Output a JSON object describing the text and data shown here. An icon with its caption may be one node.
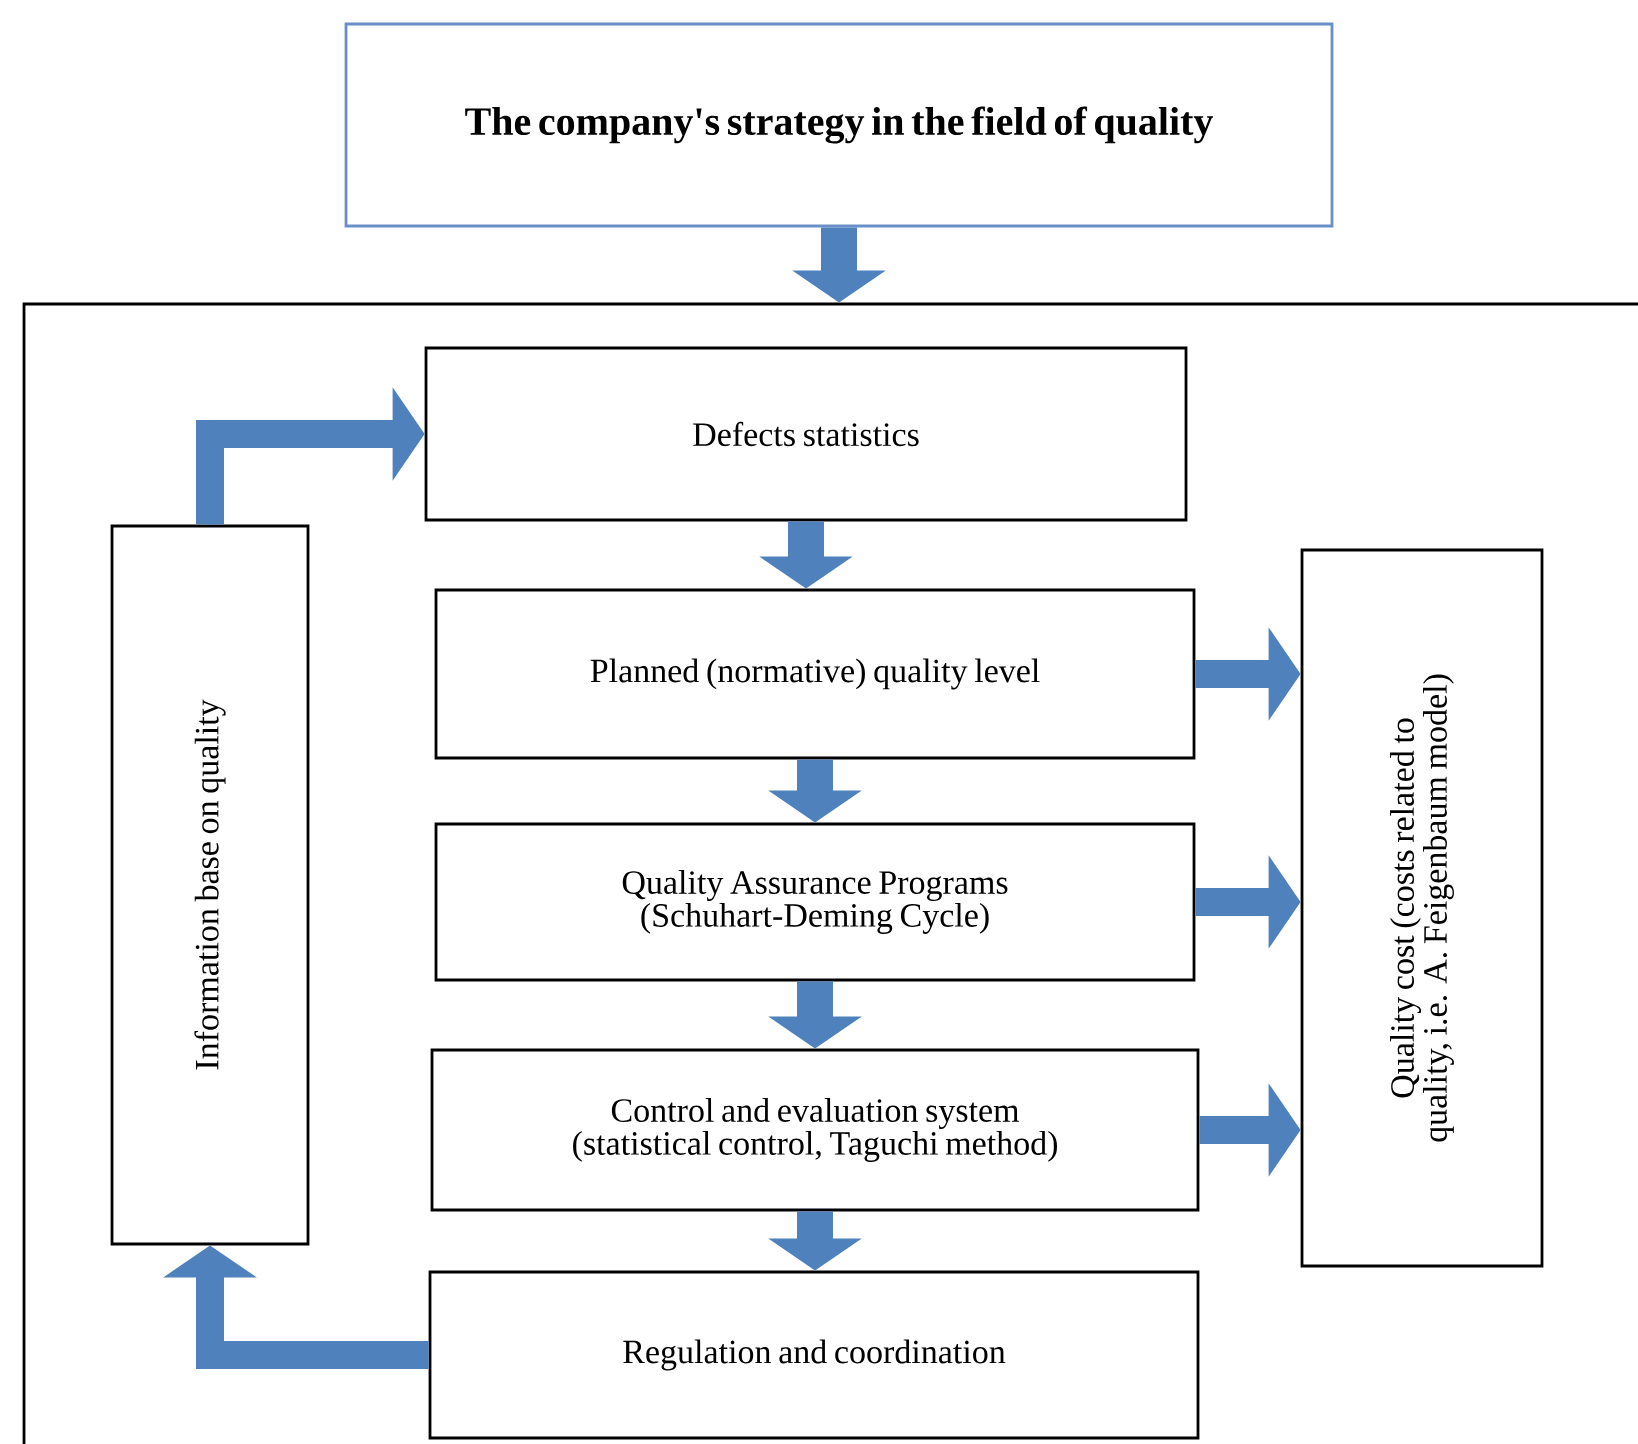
{
  "diagram": {
    "nodes": [
      {
        "text": [
          "The company's strategy in the field of quality"
        ]
      },
      {
        "text": [],
        "shape": "box"
      },
      {
        "text": [
          "Defects statistics"
        ],
        "in": 1
      },
      {
        "text": [
          "Planned (normative) quality level"
        ],
        "in": 1
      },
      {
        "text": [
          "Quality Assurance Programs (Schuhart-Deming Cycle)"
        ],
        "in": 1
      },
      {
        "text": [
          "Control and evaluation system (statistical control, Taguchi method)"
        ],
        "in": 1
      },
      {
        "text": [
          "Regulation and coordination"
        ],
        "in": 1
      },
      {
        "text": [
          "Information base on quality"
        ],
        "in": 1
      },
      {
        "text": [
          "Quality cost (costs related to quality, i.e. A. Feigenbaum model)"
        ],
        "in": 1
      }
    ],
    "edges": [
      {
        "from": 0,
        "to": 1,
        "arrow": "to"
      },
      {
        "from": 2,
        "to": 3,
        "arrow": "to"
      },
      {
        "from": 3,
        "to": 4,
        "arrow": "to"
      },
      {
        "from": 4,
        "to": 5,
        "arrow": "to"
      },
      {
        "from": 5,
        "to": 6,
        "arrow": "to"
      },
      {
        "from": 6,
        "to": 7,
        "arrow": "to"
      },
      {
        "from": 7,
        "to": 2,
        "arrow": "to"
      },
      {
        "from": 3,
        "to": 8,
        "arrow": "to"
      },
      {
        "from": 4,
        "to": 8,
        "arrow": "to"
      },
      {
        "from": 5,
        "to": 8,
        "arrow": "to"
      }
    ]
  }
}
